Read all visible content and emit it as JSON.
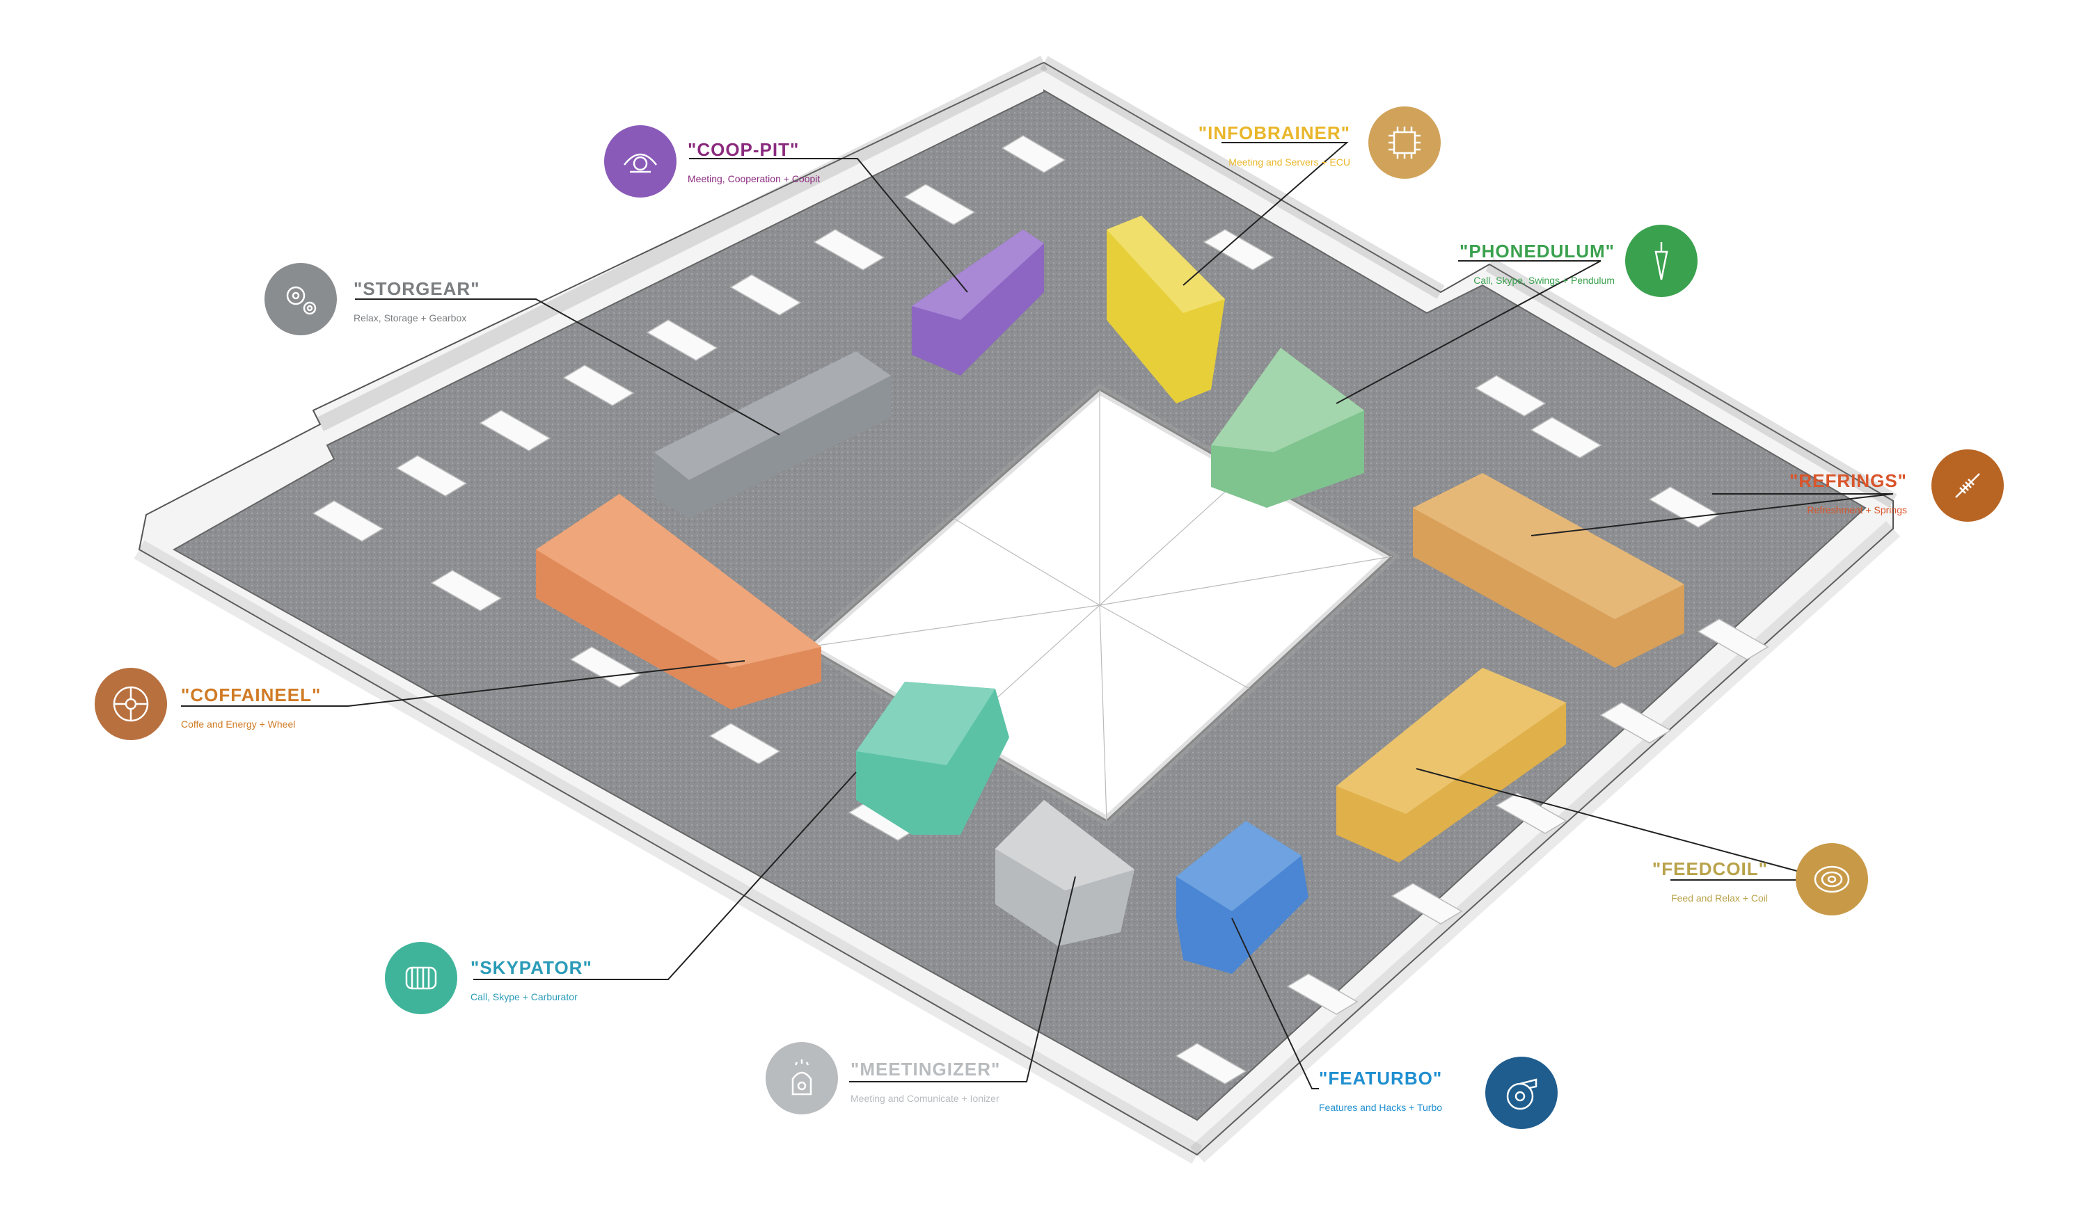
{
  "colors": {
    "coop_pit": "#8a4a9e",
    "infobrainer": "#e9b62a",
    "phonedulum": "#3aa14e",
    "storgear": "#8a8d90",
    "refrings": "#d9552b",
    "coffaineel": "#d07a24",
    "feedcoil": "#b8a24a",
    "skypator": "#2a9bb7",
    "meetingizer": "#b9bcbf",
    "featurbo": "#1f8fd0"
  },
  "spaces": [
    {
      "key": "coop_pit",
      "title": "\"COOP-PIT\"",
      "subtitle": "Meeting, Cooperation + Coopit",
      "icon": "cockpit-icon"
    },
    {
      "key": "infobrainer",
      "title": "\"INFOBRAINER\"",
      "subtitle": "Meeting and Servers + ECU",
      "icon": "cpu-chip-icon"
    },
    {
      "key": "phonedulum",
      "title": "\"PHONEDULUM\"",
      "subtitle": "Call, Skype, Swings + Pendulum",
      "icon": "pendulum-icon"
    },
    {
      "key": "storgear",
      "title": "\"STORGEAR\"",
      "subtitle": "Relax, Storage + Gearbox",
      "icon": "gears-icon"
    },
    {
      "key": "refrings",
      "title": "\"REFRINGS\"",
      "subtitle": "Refreshment + Springs",
      "icon": "spring-shock-icon"
    },
    {
      "key": "coffaineel",
      "title": "\"COFFAINEEL\"",
      "subtitle": "Coffe and Energy + Wheel",
      "icon": "wheel-icon"
    },
    {
      "key": "feedcoil",
      "title": "\"FEEDCOIL\"",
      "subtitle": "Feed and Relax + Coil",
      "icon": "coil-icon"
    },
    {
      "key": "skypator",
      "title": "\"SKYPATOR\"",
      "subtitle": "Call, Skype + Carburator",
      "icon": "carburator-icon"
    },
    {
      "key": "meetingizer",
      "title": "\"MEETINGIZER\"",
      "subtitle": "Meeting and Comunicate + Ionizer",
      "icon": "ionizer-icon"
    },
    {
      "key": "featurbo",
      "title": "\"FEATURBO\"",
      "subtitle": "Features and Hacks + Turbo",
      "icon": "turbo-icon"
    }
  ]
}
